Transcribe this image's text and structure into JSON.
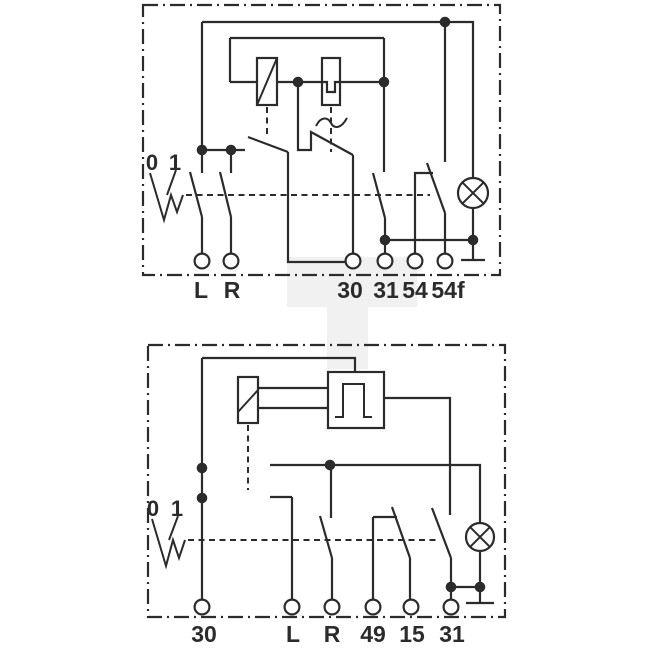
{
  "colors": {
    "line": "#2b2b2b",
    "background": "#ffffff",
    "watermark": "#f1f1f1"
  },
  "top_diagram": {
    "switch_positions": [
      "0",
      "1"
    ],
    "terminals": [
      "L",
      "R",
      "30",
      "31",
      "54",
      "54f"
    ],
    "components": [
      "relay-coil",
      "breaker-contact",
      "indicator-lamp"
    ]
  },
  "bottom_diagram": {
    "switch_positions": [
      "0",
      "1"
    ],
    "terminals": [
      "30",
      "L",
      "R",
      "49",
      "15",
      "31"
    ],
    "components": [
      "relay-coil",
      "pulse-generator",
      "indicator-lamp"
    ]
  }
}
